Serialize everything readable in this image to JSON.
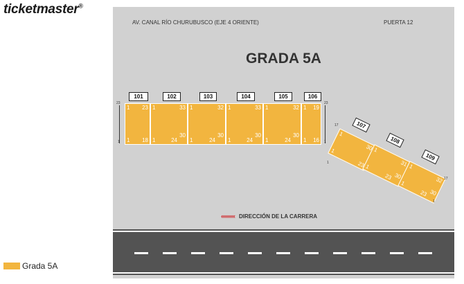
{
  "brand": {
    "logo_text": "ticketmaster",
    "logo_mark": "®"
  },
  "legend": {
    "label": "Grada 5A",
    "color": "#f2b53f"
  },
  "map": {
    "street_top": "AV. CANAL RÍO CHURUBUSCO (EJE 4 ORIENTE)",
    "gate": "PUERTA 12",
    "title": "GRADA 5A",
    "direction_arrows": "‹‹‹‹‹‹‹‹‹‹",
    "direction_label": "DIRECCIÓN DE LA CARRERA",
    "row_top_left": "23",
    "row_bottom_left": "1",
    "row_top_right": "23",
    "row_bottom_right": "1",
    "angled_row_top": "17",
    "angled_row_bottom": "1",
    "angled_row_right_top": "17",
    "angled_row_right_bottom": "1"
  },
  "sections": [
    {
      "label": "101",
      "tl": "1",
      "tr": "23",
      "bl": "1",
      "br": "18",
      "mid": ""
    },
    {
      "label": "102",
      "tl": "1",
      "tr": "33",
      "bl": "1",
      "br": "24",
      "mid": "30"
    },
    {
      "label": "103",
      "tl": "1",
      "tr": "32",
      "bl": "1",
      "br": "24",
      "mid": "30"
    },
    {
      "label": "104",
      "tl": "1",
      "tr": "33",
      "bl": "1",
      "br": "24",
      "mid": "30"
    },
    {
      "label": "105",
      "tl": "1",
      "tr": "32",
      "bl": "1",
      "br": "24",
      "mid": "30"
    },
    {
      "label": "106",
      "tl": "1",
      "tr": "19",
      "bl": "1",
      "br": "16",
      "mid": ""
    }
  ],
  "angled_sections": [
    {
      "label": "107",
      "tl": "1",
      "tr": "30",
      "bl": "1",
      "br": "23"
    },
    {
      "label": "108",
      "tl": "1",
      "tr": "31",
      "bl": "1",
      "br": "23",
      "mid": "30"
    },
    {
      "label": "109",
      "tl": "1",
      "tr": "32",
      "bl": "1",
      "br": "23",
      "mid": "30"
    }
  ]
}
